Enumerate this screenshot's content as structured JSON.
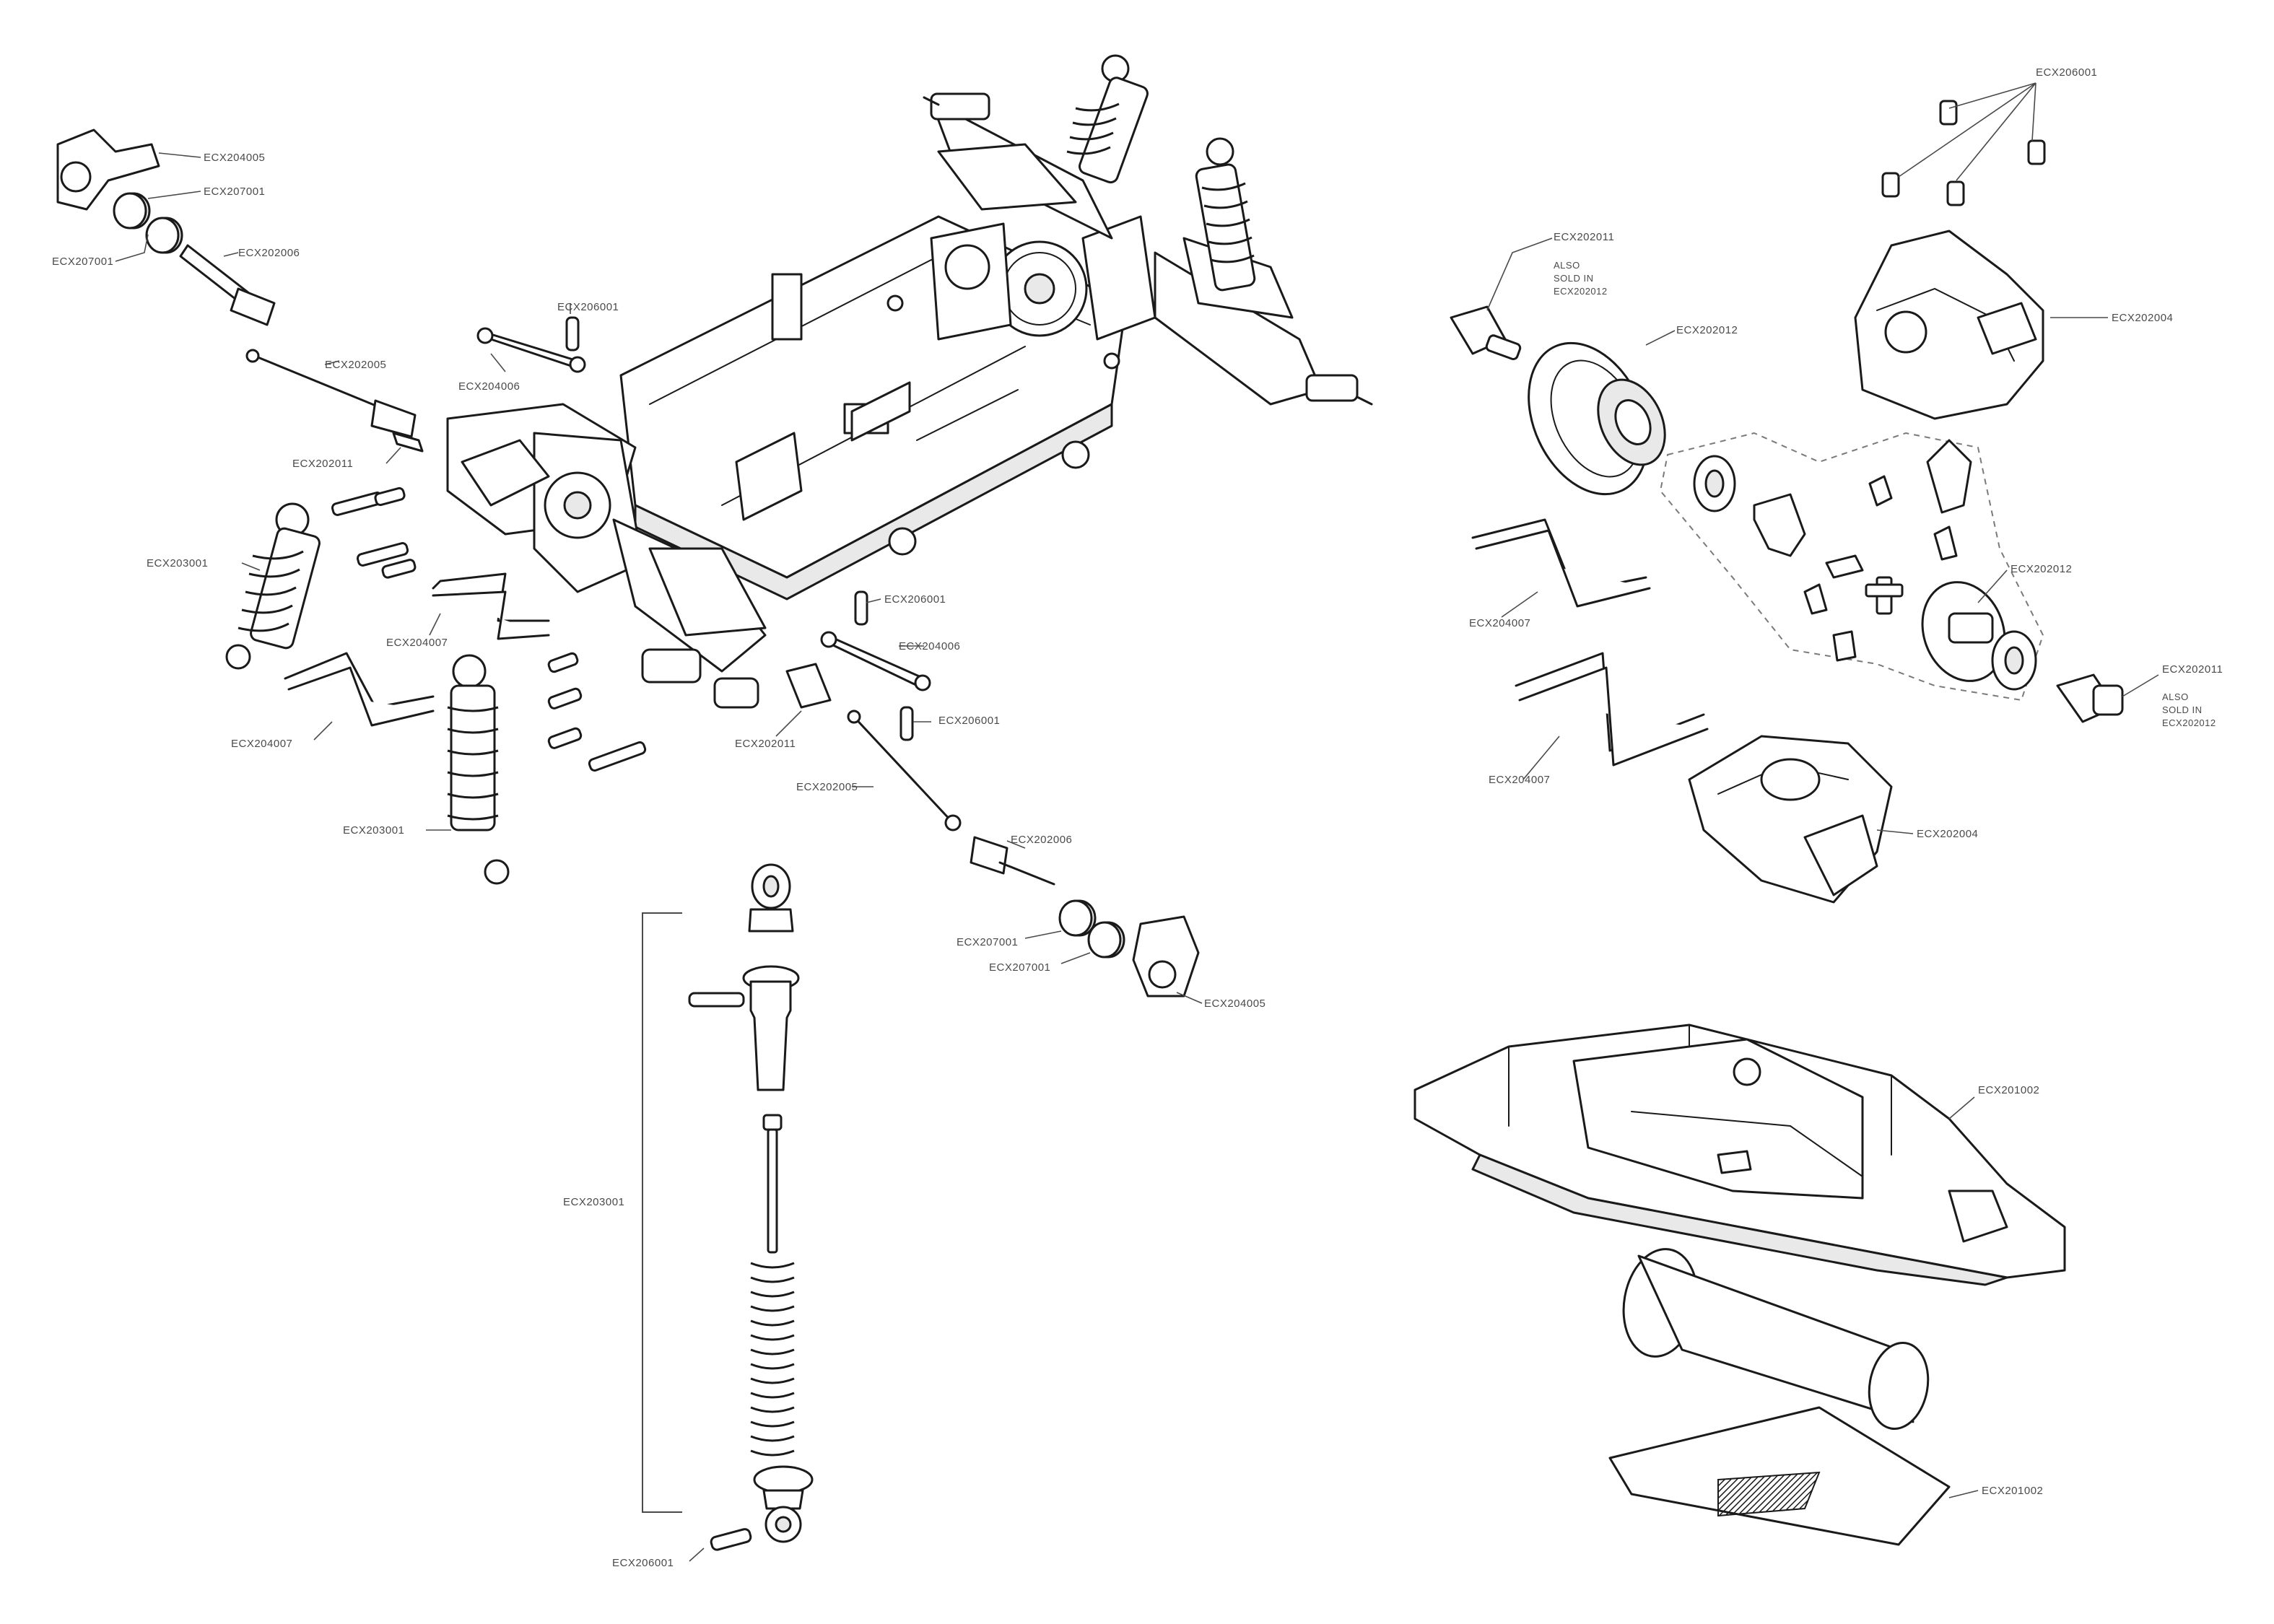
{
  "labels": {
    "ecx204005_a": "ECX204005",
    "ecx207001_a": "ECX207001",
    "ecx207001_b": "ECX207001",
    "ecx202006_a": "ECX202006",
    "ecx202005_a": "ECX202005",
    "ecx202011_a": "ECX202011",
    "ecx203001_a": "ECX203001",
    "ecx204007_a": "ECX204007",
    "ecx204007_b": "ECX204007",
    "ecx203001_b": "ECX203001",
    "ecx206001_a": "ECX206001",
    "ecx204006_a": "ECX204006",
    "ecx206001_b": "ECX206001",
    "ecx204006_b": "ECX204006",
    "ecx206001_c": "ECX206001",
    "ecx202011_b": "ECX202011",
    "ecx202005_b": "ECX202005",
    "ecx202006_b": "ECX202006",
    "ecx207001_c": "ECX207001",
    "ecx207001_d": "ECX207001",
    "ecx204005_b": "ECX204005",
    "ecx203001_c": "ECX203001",
    "ecx206001_d": "ECX206001",
    "ecx206001_e": "ECX206001",
    "ecx202011_c": "ECX202011",
    "ecx202011_c_note1": "ALSO",
    "ecx202011_c_note2": "SOLD IN",
    "ecx202011_c_note3": "ECX202012",
    "ecx202012_a": "ECX202012",
    "ecx202004_a": "ECX202004",
    "ecx204007_c": "ECX204007",
    "ecx202012_b": "ECX202012",
    "ecx202011_d": "ECX202011",
    "ecx202011_d_note1": "ALSO",
    "ecx202011_d_note2": "SOLD IN",
    "ecx202011_d_note3": "ECX202012",
    "ecx204007_d": "ECX204007",
    "ecx202004_b": "ECX202004",
    "ecx201002_a": "ECX201002",
    "ecx201002_b": "ECX201002"
  },
  "colors": {
    "line": "#1a1a1a",
    "label": "#4a4a4a",
    "part_fill": "#ffffff",
    "shade": "#e9e9e9",
    "background": "#ffffff"
  }
}
